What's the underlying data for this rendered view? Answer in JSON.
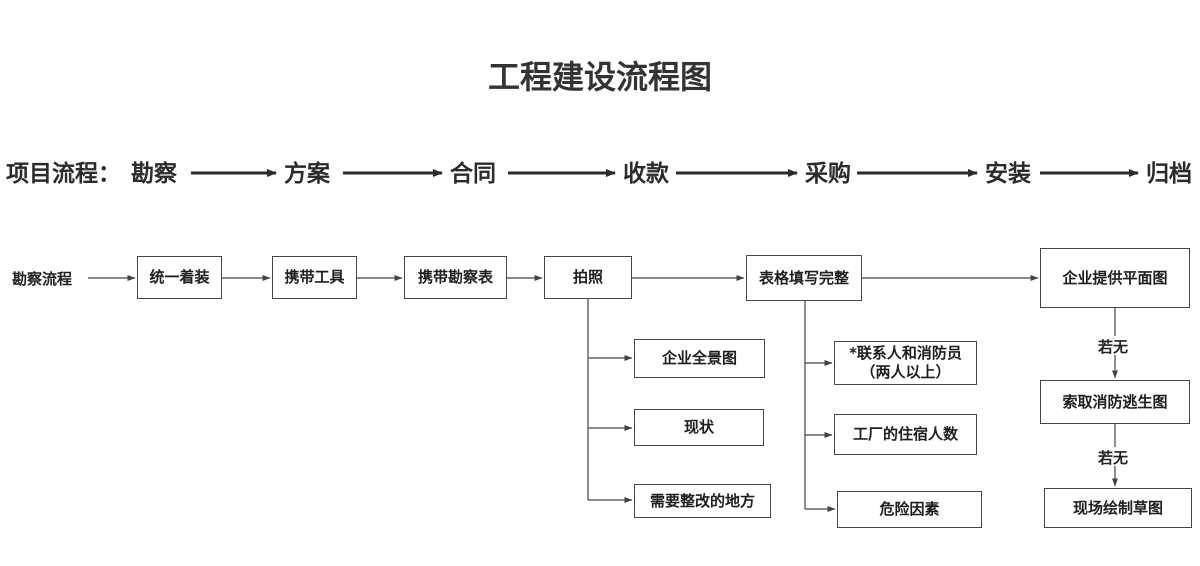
{
  "title": "工程建设流程图",
  "project_flow": {
    "label": "项目流程：",
    "stages": [
      "勘察",
      "方案",
      "合同",
      "收款",
      "采购",
      "安装",
      "归档"
    ]
  },
  "survey_flow": {
    "label": "勘察流程",
    "steps": [
      "统一着装",
      "携带工具",
      "携带勘察表",
      "拍照",
      "表格填写完整",
      "企业提供平面图"
    ],
    "photo_items": [
      "企业全景图",
      "现状",
      "需要整改的地方"
    ],
    "form_items": [
      "*联系人和消防员（两人以上）",
      "工厂的住宿人数",
      "危险因素"
    ],
    "plan_chain": [
      "索取消防逃生图",
      "现场绘制草图"
    ],
    "if_none_label": "若无"
  }
}
